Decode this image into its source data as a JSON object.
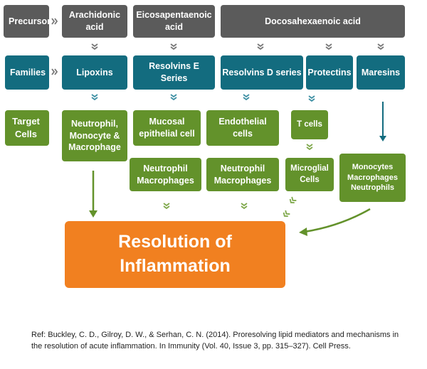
{
  "colors": {
    "precursor_gray": "#5b5b5b",
    "family_teal": "#136c7f",
    "target_green": "#63922b",
    "resolution_orange": "#f18020",
    "arrow_gray": "#777777"
  },
  "row_labels": {
    "precursor": "Precursor",
    "families": "Families",
    "target_cells": "Target Cells"
  },
  "precursors": {
    "arachidonic": "Arachidonic acid",
    "eicosapentaenoic": "Eicosapentaenoic acid",
    "docosahexaenoic": "Docosahexaenoic acid"
  },
  "families": {
    "lipoxins": "Lipoxins",
    "resolvins_e": "Resolvins E Series",
    "resolvins_d": "Resolvins D series",
    "protectins": "Protectins",
    "maresins": "Maresins"
  },
  "targets": {
    "lipoxins_cells": "Neutrophil, Monocyte & Macrophage",
    "resolvins_e_cells_1": "Mucosal epithelial cell",
    "resolvins_e_cells_2": "Neutrophil Macrophages",
    "resolvins_d_cells_1": "Endothelial cells",
    "resolvins_d_cells_2": "Neutrophil Macrophages",
    "protectins_cells_1": "T cells",
    "protectins_cells_2": "Microglial Cells",
    "maresins_cells": "Monocytes Macrophages Neutrophils"
  },
  "outcome": "Resolution of Inflammation",
  "reference": "Ref: Buckley, C. D., Gilroy, D. W., & Serhan, C. N. (2014). Proresolving lipid mediators and mechanisms in the resolution of acute inflammation. In Immunity (Vol. 40, Issue 3, pp. 315–327). Cell Press."
}
